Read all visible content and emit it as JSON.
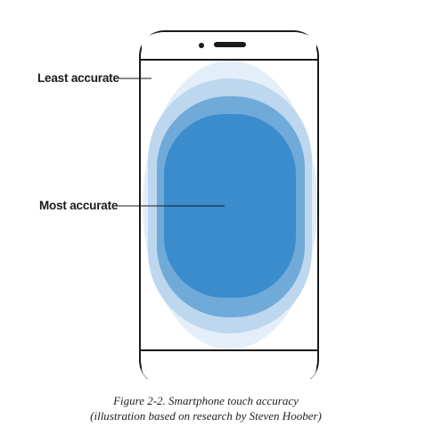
{
  "labels": {
    "least": "Least accurate",
    "most": "Most accurate"
  },
  "caption": {
    "line1": "Figure 2-2. Smartphone touch accuracy",
    "line2": "(illustration based on research by Steven Hoober)"
  },
  "colors": {
    "outline": "#1a1a1a",
    "zone_1": "#e3eef8",
    "zone_2": "#bdd7ee",
    "zone_3": "#70aad9",
    "zone_4": "#3a8ccd"
  }
}
